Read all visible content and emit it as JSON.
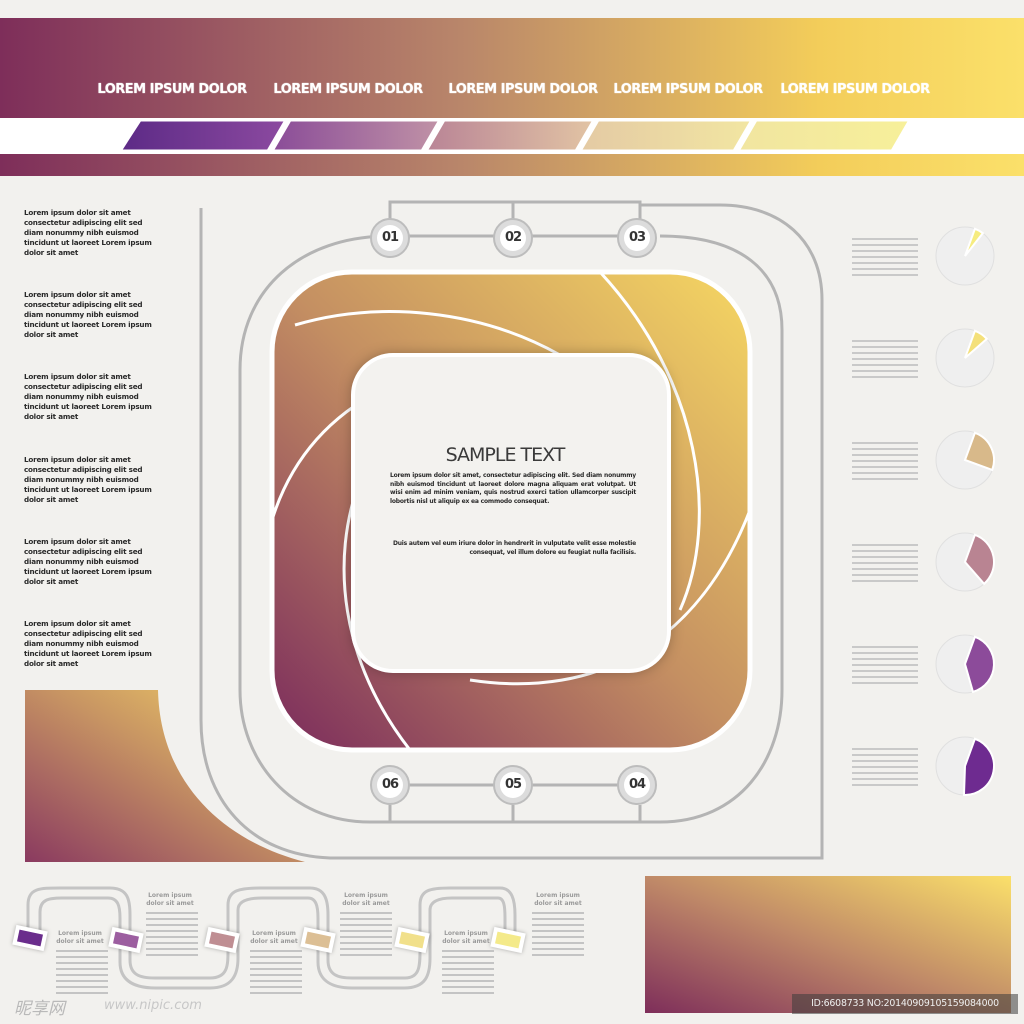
{
  "header": {
    "labels": [
      "LOREM IPSUM DOLOR",
      "LOREM IPSUM DOLOR",
      "LOREM IPSUM DOLOR",
      "LOREM IPSUM DOLOR",
      "LOREM IPSUM DOLOR"
    ],
    "tab_colors": [
      "#6d2e8e",
      "#a46396",
      "#c9a3a0",
      "#eed9a3",
      "#f6f0a0"
    ]
  },
  "left_paragraphs": [
    "Lorem ipsum dolor sit amet consectetur adipiscing elit sed diam nonummy nibh euismod tincidunt ut laoreet Lorem ipsum dolor sit amet",
    "Lorem ipsum dolor sit amet consectetur adipiscing elit sed diam nonummy nibh euismod tincidunt ut laoreet Lorem ipsum dolor sit amet",
    "Lorem ipsum dolor sit amet consectetur adipiscing elit sed diam nonummy nibh euismod tincidunt ut laoreet Lorem ipsum dolor sit amet",
    "Lorem ipsum dolor sit amet consectetur adipiscing elit sed diam nonummy nibh euismod tincidunt ut laoreet Lorem ipsum dolor sit amet",
    "Lorem ipsum dolor sit amet consectetur adipiscing elit sed diam nonummy nibh euismod tincidunt ut laoreet Lorem ipsum dolor sit amet",
    "Lorem ipsum dolor sit amet consectetur adipiscing elit sed diam nonummy nibh euismod tincidunt ut laoreet Lorem ipsum dolor sit amet"
  ],
  "steps": [
    "01",
    "02",
    "03",
    "04",
    "05",
    "06"
  ],
  "center": {
    "title": "SAMPLE TEXT",
    "body_1": "Lorem ipsum dolor sit amet, consectetur adipiscing elit. Sed diam nonummy nibh euismod tincidunt ut laoreet dolore magna aliquam erat volutpat. Ut wisi enim ad minim veniam, quis nostrud exerci tation ullamcorper suscipit lobortis nisl ut aliquip ex ea commodo consequat.",
    "body_2": "Duis autem vel eum iriure dolor in hendrerit in vulputate velit esse molestie consequat, vel illum dolore eu feugiat nulla facilisis."
  },
  "right_items": [
    {
      "fraction": 0.05,
      "color": "#f6ec80"
    },
    {
      "fraction": 0.08,
      "color": "#f4e07a"
    },
    {
      "fraction": 0.25,
      "color": "#d8b98a"
    },
    {
      "fraction": 0.33,
      "color": "#b98492"
    },
    {
      "fraction": 0.4,
      "color": "#8c4b9a"
    },
    {
      "fraction": 0.45,
      "color": "#6e2b90"
    }
  ],
  "bottom_steps": [
    {
      "color": "#6a2d8c",
      "label": "Lorem ipsum dolor sit amet"
    },
    {
      "color": "#9c5ea0",
      "label": "Lorem ipsum dolor sit amet"
    },
    {
      "color": "#bf8e93",
      "label": "Lorem ipsum dolor sit amet"
    },
    {
      "color": "#dcbf95",
      "label": "Lorem ipsum dolor sit amet"
    },
    {
      "color": "#f1e08b",
      "label": "Lorem ipsum dolor sit amet"
    },
    {
      "color": "#f4ea8a",
      "label": "Lorem ipsum dolor sit amet"
    }
  ],
  "watermark": {
    "logo": "昵享网",
    "url": "www.nipic.com",
    "id": "ID:6608733 NO:20140909105159084000"
  }
}
